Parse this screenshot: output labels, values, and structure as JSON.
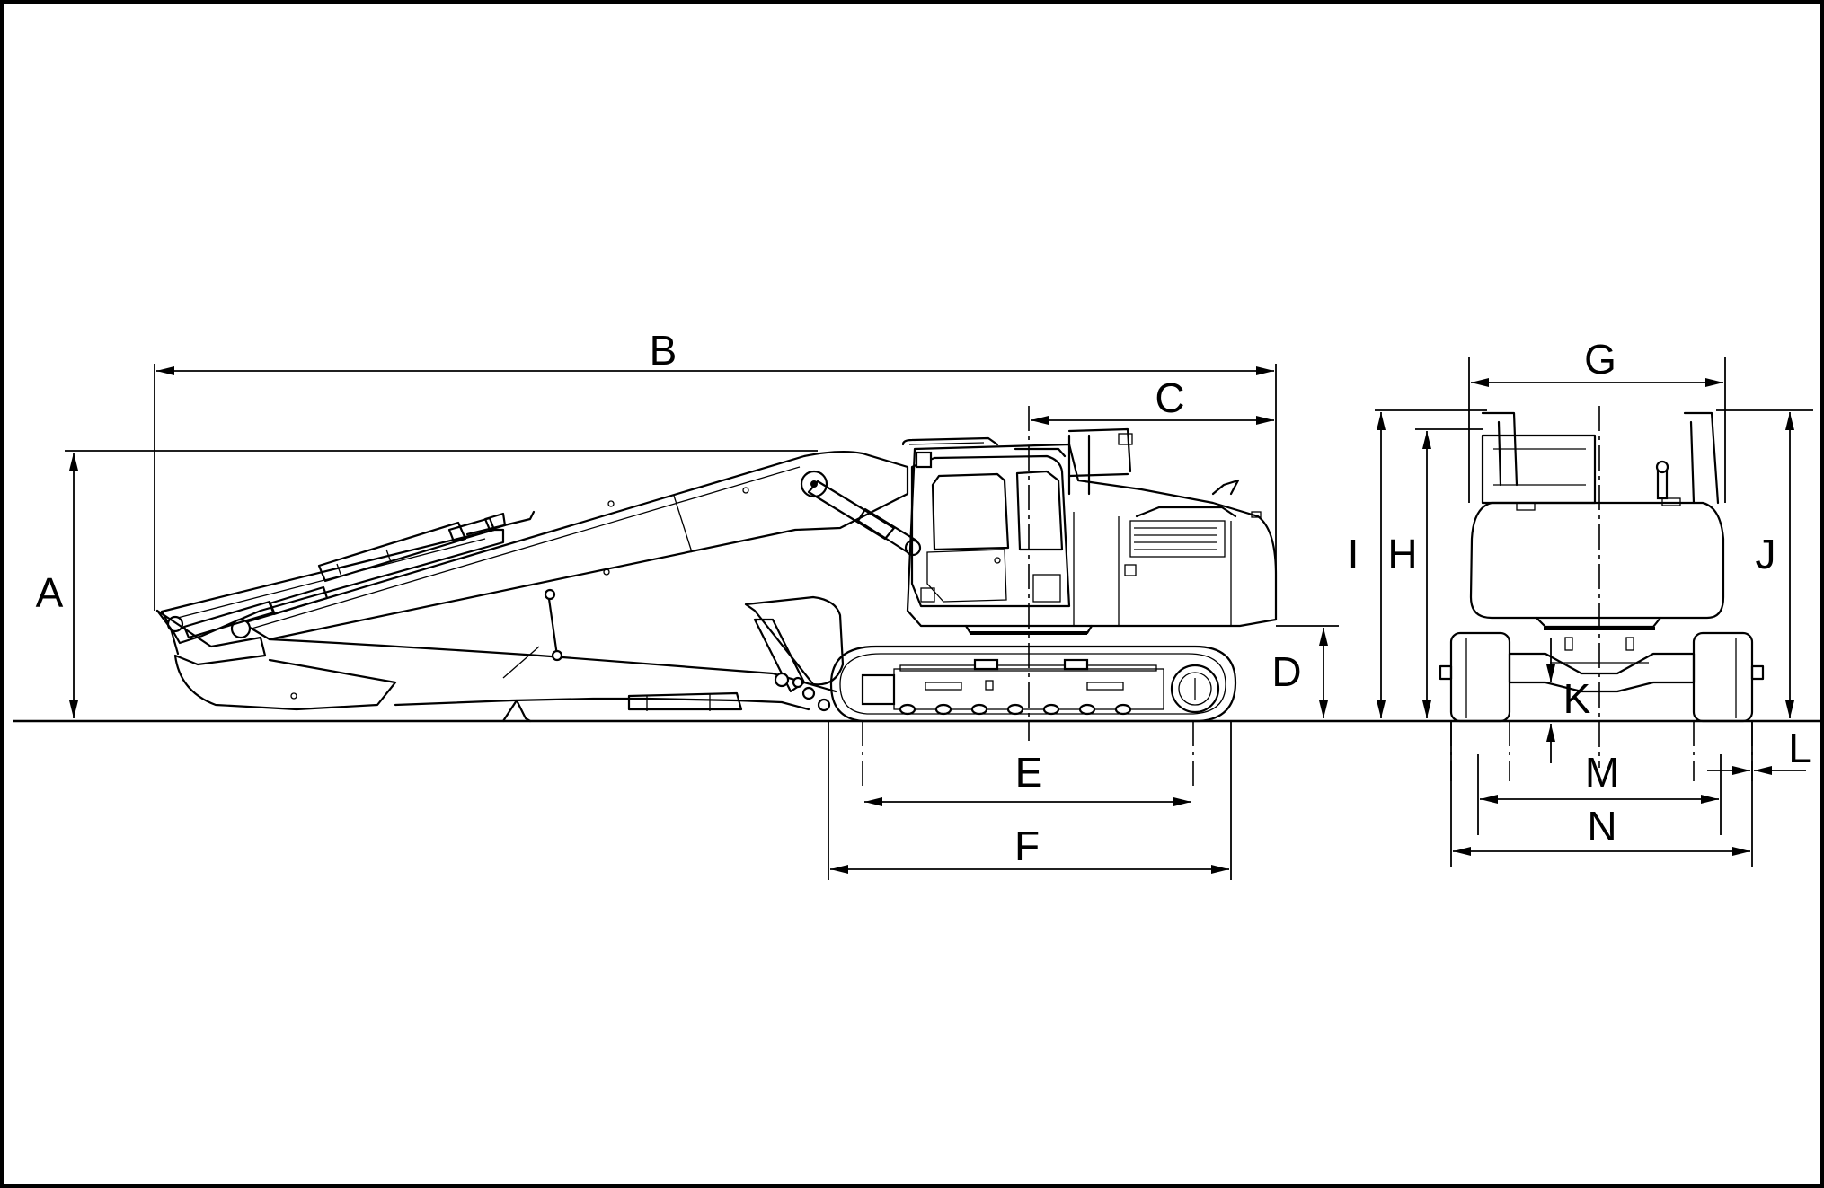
{
  "diagram": {
    "labels": {
      "A": "A",
      "B": "B",
      "C": "C",
      "D": "D",
      "E": "E",
      "F": "F",
      "G": "G",
      "H": "H",
      "I": "I",
      "J": "J",
      "K": "K",
      "L": "L",
      "M": "M",
      "N": "N"
    },
    "stroke_color": "#000000",
    "background_color": "#ffffff"
  }
}
